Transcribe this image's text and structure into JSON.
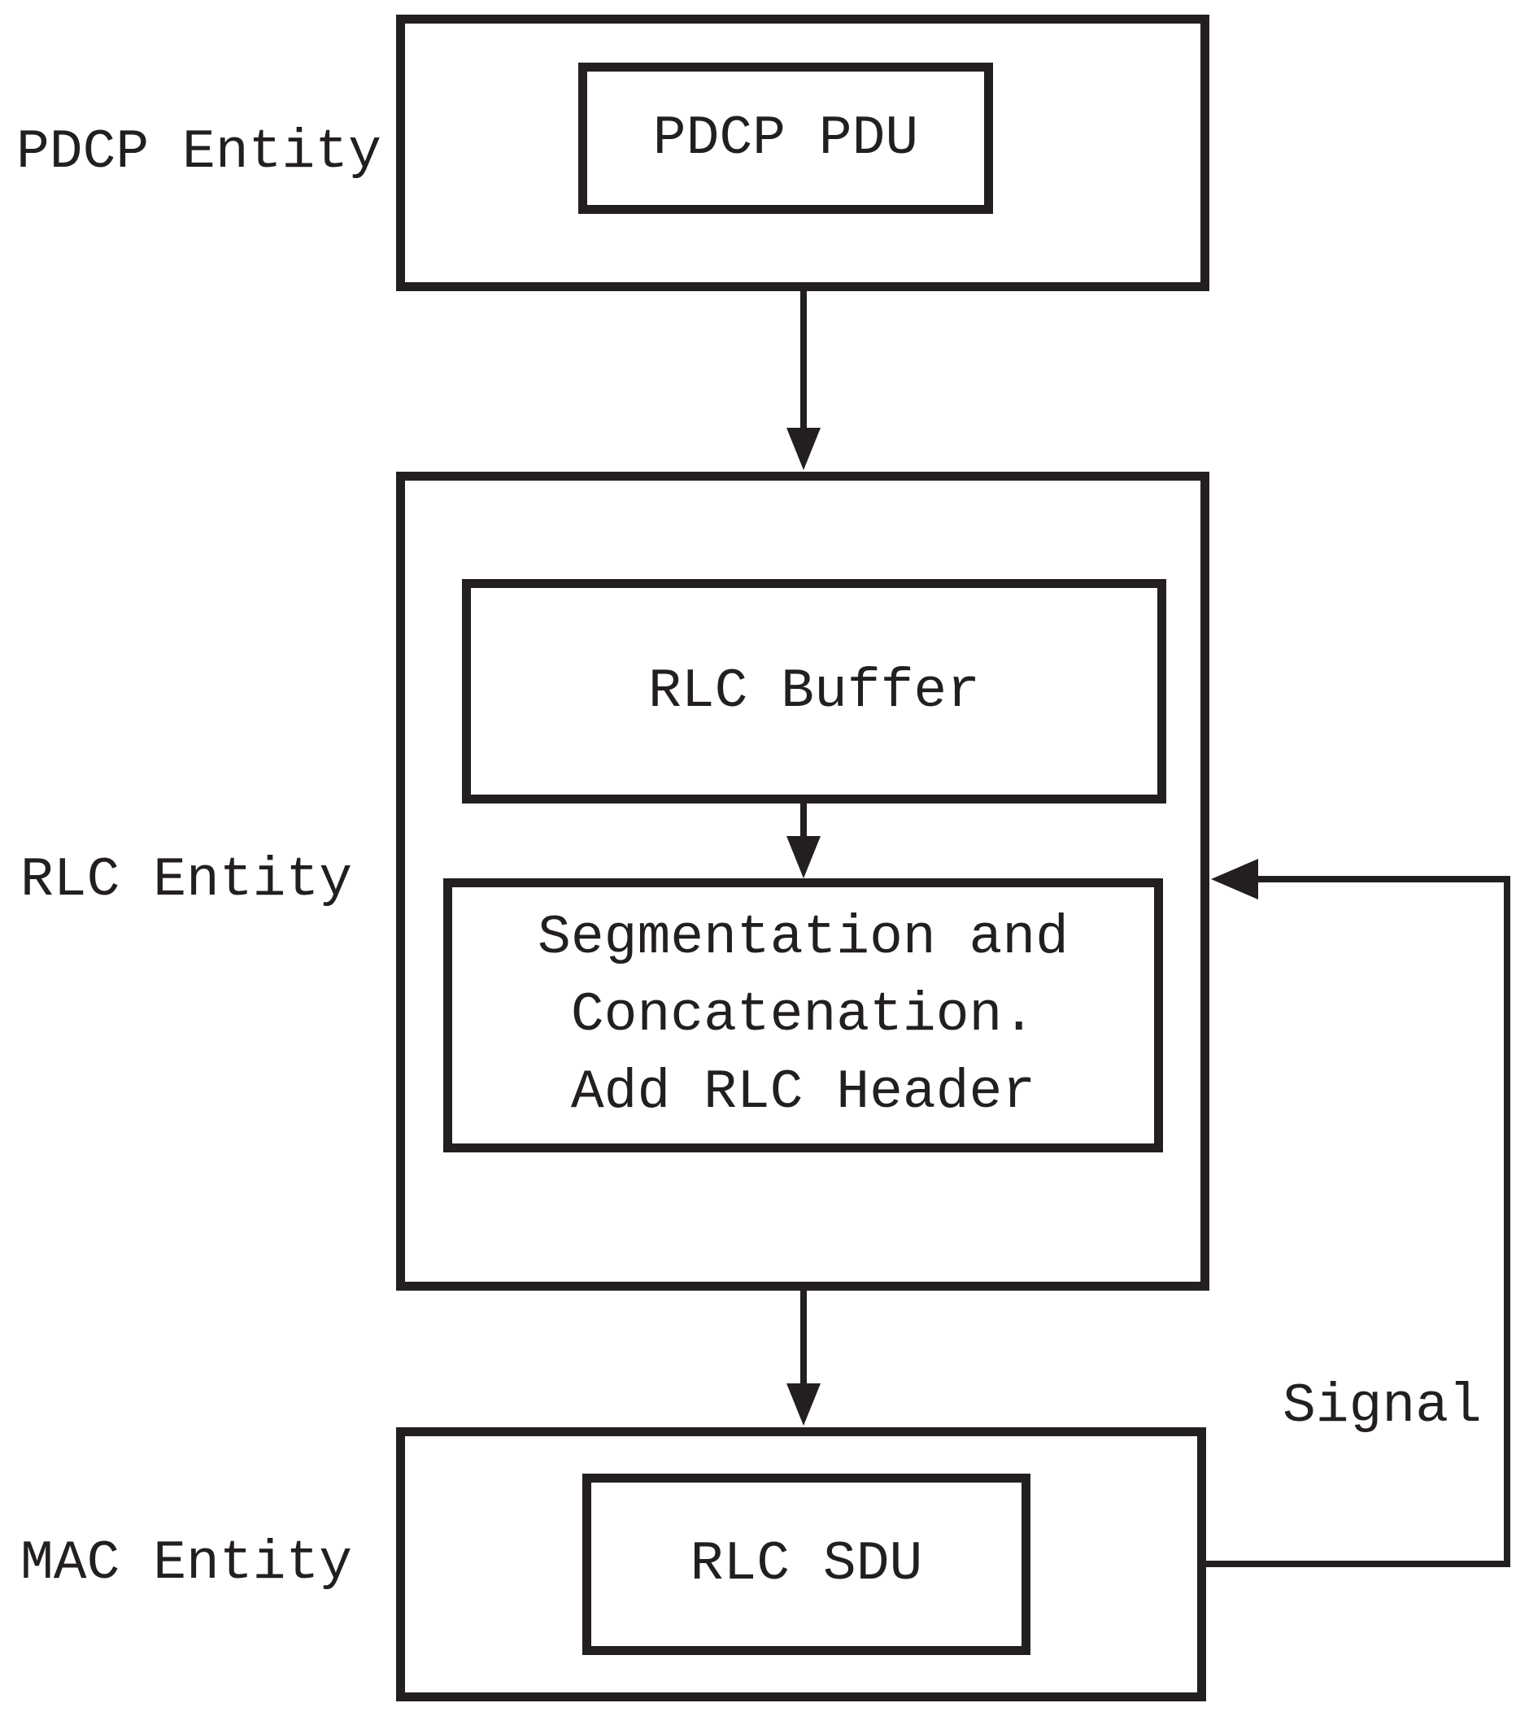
{
  "colors": {
    "line": "#231f20",
    "background": "#ffffff"
  },
  "entities": {
    "pdcp": {
      "label": "PDCP Entity",
      "box_label": "PDCP PDU"
    },
    "rlc": {
      "label": "RLC Entity",
      "buffer_label": "RLC Buffer",
      "segmentation_lines": [
        "Segmentation and",
        "Concatenation.",
        "Add RLC Header"
      ]
    },
    "mac": {
      "label": "MAC Entity",
      "box_label": "RLC SDU"
    }
  },
  "feedback": {
    "label": "Signal"
  }
}
